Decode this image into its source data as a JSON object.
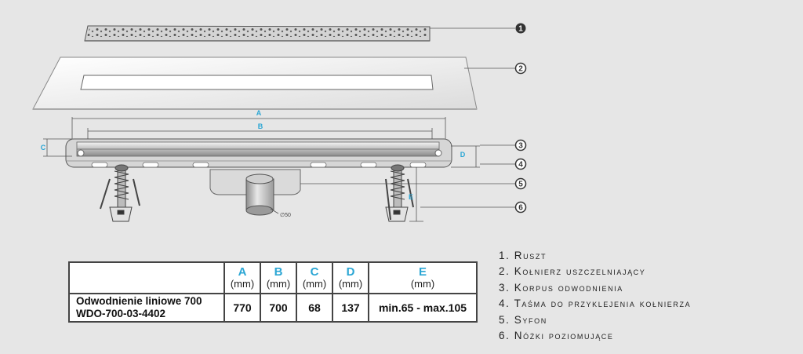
{
  "callouts": [
    "1",
    "2",
    "3",
    "4",
    "5",
    "6"
  ],
  "dimensions": {
    "a": "A",
    "b": "B",
    "c": "C",
    "d": "D",
    "e": "E",
    "syphon_diameter": "∅50"
  },
  "table": {
    "headers": [
      {
        "letter": "A",
        "unit": "(mm)"
      },
      {
        "letter": "B",
        "unit": "(mm)"
      },
      {
        "letter": "C",
        "unit": "(mm)"
      },
      {
        "letter": "D",
        "unit": "(mm)"
      },
      {
        "letter": "E",
        "unit": "(mm)"
      }
    ],
    "row": {
      "product_line1": "Odwodnienie liniowe 700",
      "product_line2": "WDO-700-03-4402",
      "values": [
        "770",
        "700",
        "68",
        "137",
        "min.65 - max.105"
      ]
    }
  },
  "legend": [
    "1. Ruszt",
    "2. Kołnierz uszczelniający",
    "3. Korpus odwodnienia",
    "4. Taśma do przyklejenia kołnierza",
    "5. Syfon",
    "6. Nóżki poziomujące"
  ],
  "colors": {
    "background": "#e6e6e6",
    "dimension_accent": "#2ba6d4",
    "callout_fill": "#333333"
  }
}
